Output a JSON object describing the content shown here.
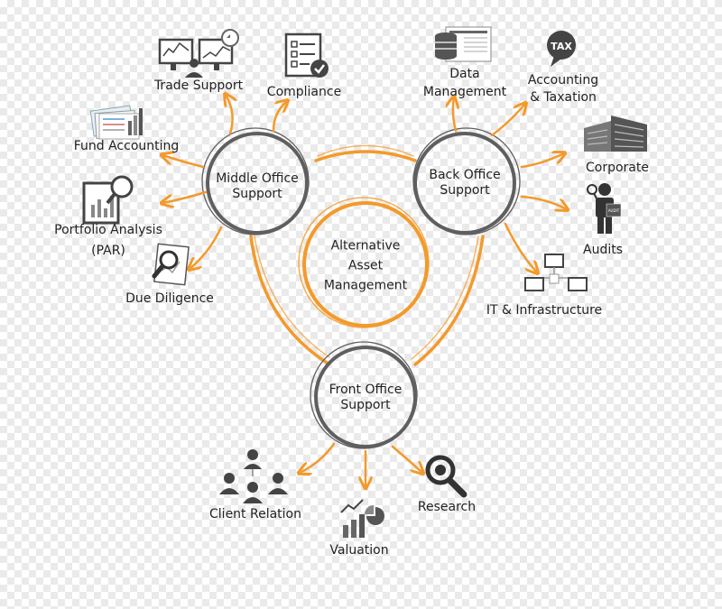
{
  "hubs": {
    "center": [
      "Alternative",
      "Asset",
      "Management"
    ],
    "middle": [
      "Middle Office",
      "Support"
    ],
    "back": [
      "Back Office",
      "Support"
    ],
    "front": [
      "Front Office",
      "Support"
    ]
  },
  "middle_office_items": {
    "trade_support": "Trade Support",
    "compliance": "Compliance",
    "fund_accounting": "Fund Accounting",
    "portfolio_analysis": "Portfolio Analysis",
    "portfolio_analysis_abbr": "(PAR)",
    "due_diligence": "Due Diligence"
  },
  "back_office_items": {
    "data_management_1": "Data",
    "data_management_2": "Management",
    "accounting_1": "Accounting",
    "accounting_2": "& Taxation",
    "corporate": "Corporate",
    "audits": "Audits",
    "it": "IT & Infrastructure"
  },
  "front_office_items": {
    "client_relation": "Client Relation",
    "valuation": "Valuation",
    "research": "Research"
  },
  "icon_text": {
    "tax": "TAX",
    "audit": "AUDIT"
  },
  "colors": {
    "orange": "#f39a2b",
    "ring_gray": "#5f5f5f",
    "icon_dark": "#444444"
  }
}
